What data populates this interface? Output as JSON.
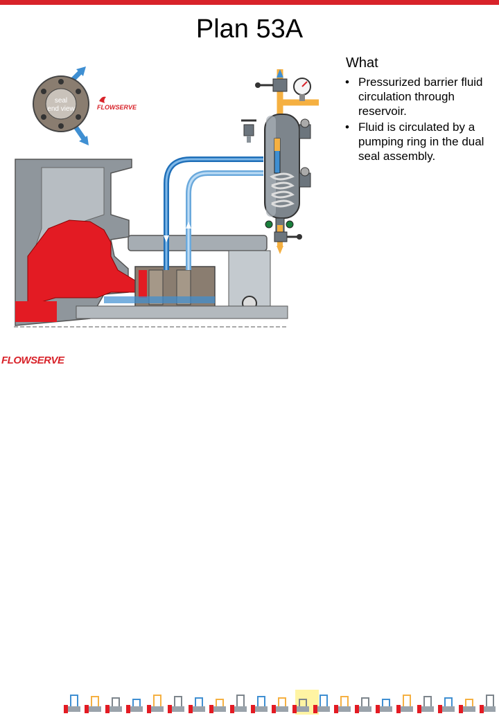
{
  "slide": {
    "title": "Plan 53A",
    "section_heading": "What",
    "bullets": [
      "Pressurized barrier fluid circulation through reservoir.",
      "Fluid is circulated by a pumping ring in the dual seal assembly."
    ],
    "bullet_glyph": "•"
  },
  "diagram": {
    "seal_label_line1": "seal",
    "seal_label_line2": "end view",
    "logo_text": "FLOWSERVE"
  },
  "footer": {
    "brand": "FLOWSERVE",
    "thumbnail_count": 21
  },
  "colors": {
    "accent_red": "#d8232a",
    "pipe_orange": "#f5b041",
    "pipe_blue": "#3f8fd2",
    "steel_gray": "#9aa3ab",
    "process_red": "#e31b23"
  }
}
